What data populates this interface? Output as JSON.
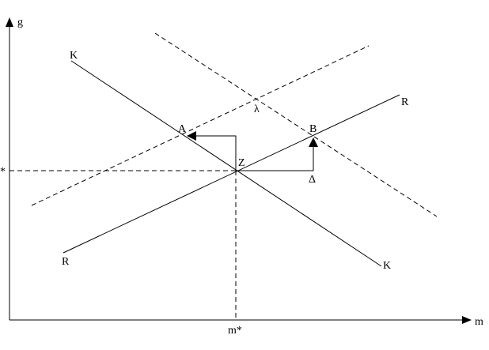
{
  "axes": {
    "y_label": "g",
    "x_label": "m",
    "y_tick_label": "*",
    "x_tick_label": "m*"
  },
  "curves": {
    "kk_top_label": "K",
    "kk_bottom_label": "K",
    "rr_top_label": "R",
    "rr_bottom_label": "R"
  },
  "points": {
    "a": "A",
    "b": "B",
    "z": "Z",
    "lambda": "λ",
    "delta": "Δ"
  }
}
